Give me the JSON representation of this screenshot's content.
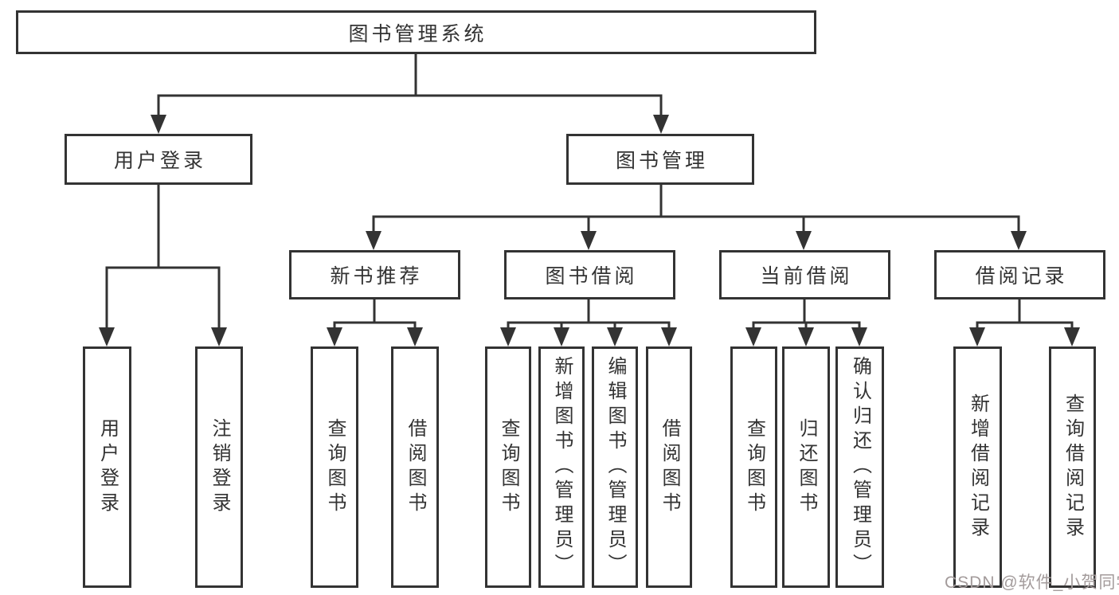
{
  "colors": {
    "line": "#333333",
    "text": "#333333",
    "background": "#ffffff",
    "watermark": "#a39b9b"
  },
  "watermark": {
    "text": "CSDN @软件_小贺同学"
  },
  "diagram": {
    "root": {
      "label": "图书管理系统"
    },
    "branches": [
      {
        "label": "用户登录",
        "children": [
          {
            "label": "用户登录"
          },
          {
            "label": "注销登录"
          }
        ]
      },
      {
        "label": "图书管理",
        "children": [
          {
            "label": "新书推荐",
            "children": [
              {
                "label": "查询图书"
              },
              {
                "label": "借阅图书"
              }
            ]
          },
          {
            "label": "图书借阅",
            "children": [
              {
                "label": "查询图书"
              },
              {
                "label": "新增图书（管理员）"
              },
              {
                "label": "编辑图书（管理员）"
              },
              {
                "label": "借阅图书"
              }
            ]
          },
          {
            "label": "当前借阅",
            "children": [
              {
                "label": "查询图书"
              },
              {
                "label": "归还图书"
              },
              {
                "label": "确认归还（管理员）"
              }
            ]
          },
          {
            "label": "借阅记录",
            "children": [
              {
                "label": "新增借阅记录"
              },
              {
                "label": "查询借阅记录"
              }
            ]
          }
        ]
      }
    ]
  }
}
